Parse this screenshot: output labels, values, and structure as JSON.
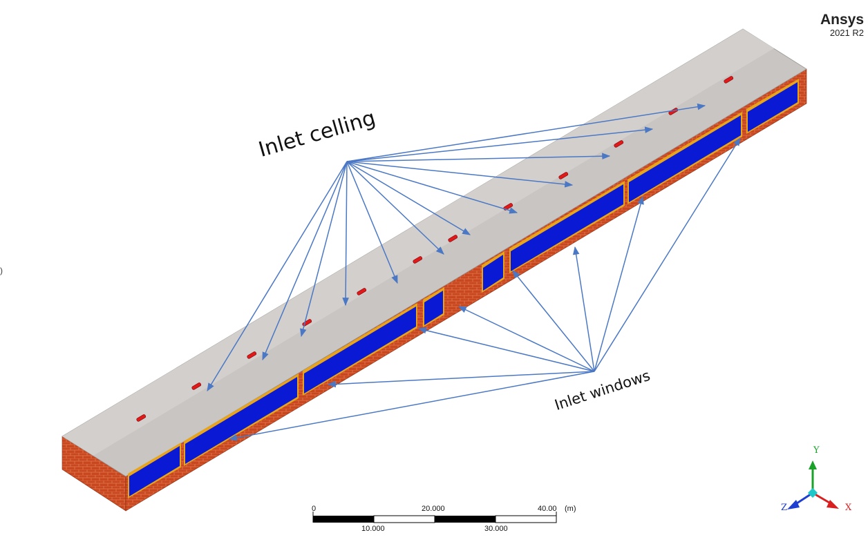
{
  "branding": {
    "name": "Ansys",
    "version": "2021 R2"
  },
  "annotations": {
    "ceiling": "Inlet celling",
    "windows": "Inlet windows"
  },
  "edge_mark": ")",
  "scale": {
    "top_labels": [
      "0",
      "20.000",
      "40.00"
    ],
    "unit": "(m)",
    "bottom_labels": [
      "10.000",
      "30.000"
    ]
  },
  "triad": {
    "y": "Y",
    "z": "Z",
    "x": "X"
  },
  "colors": {
    "roof": "#c9c5c3",
    "brick": "#c8471e",
    "window": "#0a19d4",
    "window_trim": "#e8a51c",
    "inlet": "#e01a1a",
    "arrow": "#4a78c4",
    "axis_x": "#d92020",
    "axis_y": "#1aa12a",
    "axis_z": "#1f3fd0"
  }
}
